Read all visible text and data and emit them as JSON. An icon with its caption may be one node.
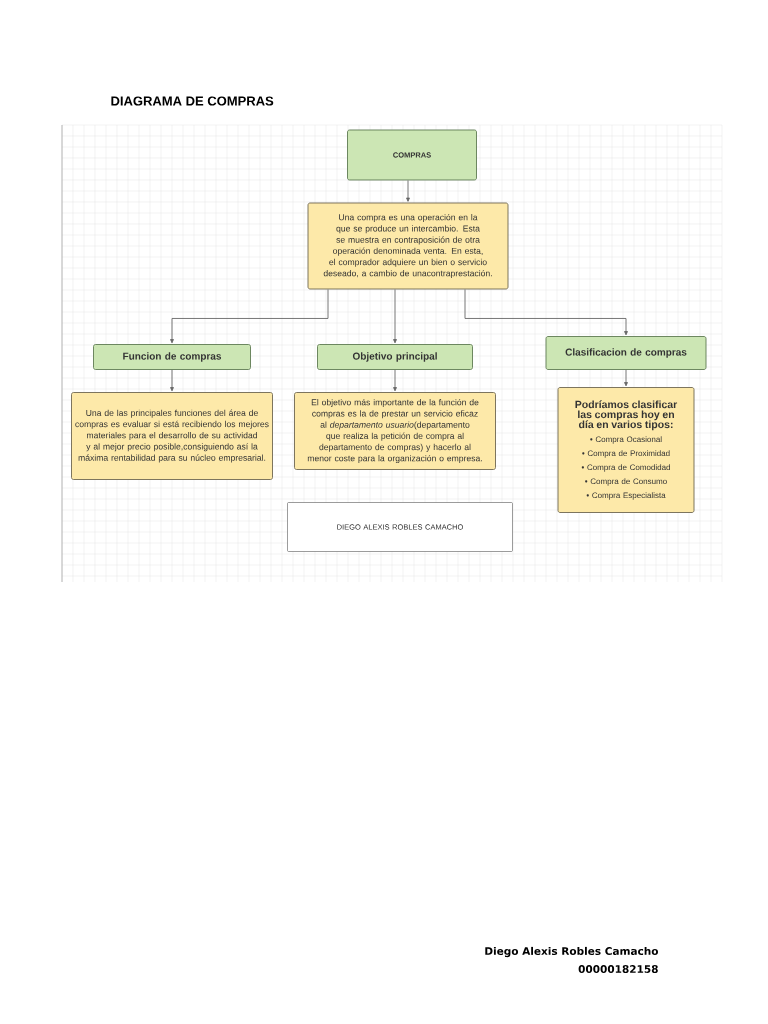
{
  "diagram": {
    "title": "DIAGRAMA DE COMPRAS",
    "nodes": [
      {
        "text": [
          "COMPRAS"
        ]
      },
      {
        "text": [
          "Una compra es una operación en la que se produce un intercambio. Esta se muestra en contraposición de otra operación denominada venta. En esta, el comprador adquiere un bien o servicio deseado, a cambio de unacontraprestación."
        ]
      },
      {
        "text": [
          "Funcion de compras"
        ]
      },
      {
        "text": [
          "Objetivo principal"
        ]
      },
      {
        "text": [
          "Clasificacion de compras"
        ]
      },
      {
        "text": [
          "Una de las principales funciones del área de compras es evaluar si está recibiendo los mejores materiales para el desarrollo de su actividad y al mejor precio posible,consiguiendo así la máxima rentabilidad para su núcleo empresarial."
        ]
      },
      {
        "text": [
          "El objetivo más importante de la función de compras es la de prestar un servicio eficaz al *departamento usuario*(departamento que realiza la petición de compra al departamento de compras) y hacerlo al menor coste para la organización o empresa."
        ]
      },
      {
        "text": [
          "Podríamos clasificar las compras hoy en día en varios tipos:",
          "• Compra Ocasional",
          "• Compra de Proximidad",
          "• Compra de Comodidad",
          "• Compra de Consumo",
          "• Compra Especialista"
        ]
      },
      {
        "text": [
          "DIEGO ALEXIS ROBLES CAMACHO"
        ]
      }
    ],
    "edges": [
      {
        "from": 0,
        "to": 1,
        "arrow": "to"
      },
      {
        "from": 1,
        "to": 2,
        "arrow": "to"
      },
      {
        "from": 1,
        "to": 3,
        "arrow": "to"
      },
      {
        "from": 1,
        "to": 4,
        "arrow": "to"
      },
      {
        "from": 2,
        "to": 5,
        "arrow": "to"
      },
      {
        "from": 3,
        "to": 6,
        "arrow": "to"
      },
      {
        "from": 4,
        "to": 7,
        "arrow": "to"
      }
    ],
    "labels": [
      "Diego Alexis Robles Camacho",
      "00000182158"
    ]
  }
}
